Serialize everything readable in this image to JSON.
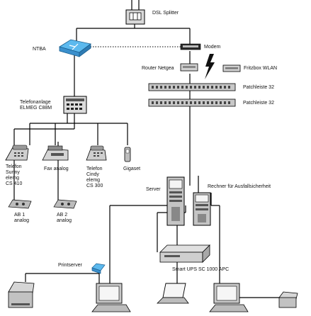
{
  "labels": {
    "dsl_splitter": "DSL Splitter",
    "ntba": "NTBA",
    "modem": "Modem",
    "router": "Router Netgea",
    "fritzbox": "Fritzbox WLAN",
    "patch1": "Patchleiste 32",
    "patch2": "Patchleiste 32",
    "telefonanlage_line1": "Telefonanlage",
    "telefonanlage_line2": "ELMEG C88M",
    "phone1": [
      "Telefon",
      "Sunny",
      "elemg",
      "CS 410"
    ],
    "fax": "Fax analog",
    "phone2": [
      "Telefon",
      "Cindy",
      "elemg",
      "CS 300"
    ],
    "gigaset": "Gigaset",
    "ab1": [
      "AB 1",
      "analog"
    ],
    "ab2": [
      "AB 2",
      "analog"
    ],
    "server": "Server",
    "backup_pc": "Rechner für Ausfallsicherheit",
    "printserver": "Printserver",
    "ups": "Smart UPS SC 1000 APC"
  },
  "colors": {
    "line": "#000000",
    "device_gray": "#c9c9c9",
    "device_dark": "#7a7a7a",
    "ntba_blue": "#4aa8e0",
    "screen": "#f4f4f4"
  }
}
